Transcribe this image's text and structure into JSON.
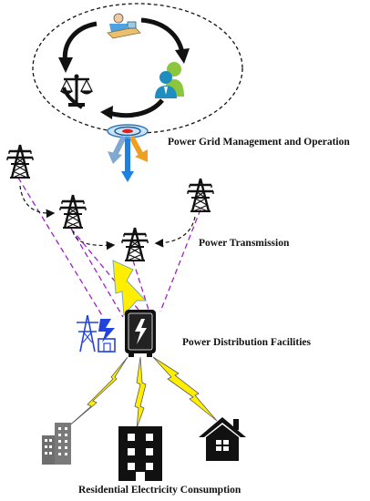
{
  "labels": {
    "management": "Power Grid Management and Operation",
    "transmission": "Power Transmission",
    "distribution": "Power Distribution Facilities",
    "consumption": "Residential Electricity Consumption"
  },
  "icons": [
    "scales-icon",
    "regulator-desk-icon",
    "users-icon",
    "control-center-icon",
    "transmission-tower-icon",
    "substation-icon",
    "distribution-box-icon",
    "office-building-icon",
    "apartment-building-icon",
    "house-icon",
    "lightning-bolt-icon"
  ],
  "colors": {
    "tower": "#111111",
    "dashed_link": "#a020c8",
    "bolt": "#ffee00",
    "substation": "#2244dd",
    "management_arrows": [
      "#80a8d0",
      "#f0a020",
      "#2080e0"
    ]
  }
}
